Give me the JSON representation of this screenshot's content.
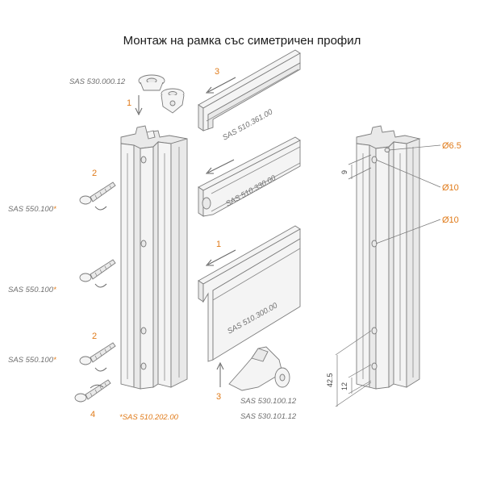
{
  "title": "Монтаж на рамка със симетричен профил",
  "labels": {
    "cap_code": "SAS 530.000.12",
    "rail_top": "SAS 510.361.00",
    "rail_mid": "SAS 510.330.00",
    "rail_bottom": "SAS 510.300.00",
    "screw_1": "SAS 550.100",
    "screw_2": "SAS 550.100",
    "screw_3": "SAS 550.100",
    "profile": "SAS 510.202.00",
    "wheel_1": "SAS 530.100.12",
    "wheel_2": "SAS 530.101.12"
  },
  "asterisk": "*",
  "steps": {
    "cap": "1",
    "rail_top": "3",
    "rail_bottom": "1",
    "screw_top": "2",
    "screw_low": "2",
    "screw_bottom": "4",
    "wheel": "3"
  },
  "dimensions": {
    "hole_small": "Ø6.5",
    "hole_1": "Ø10",
    "hole_2": "Ø10",
    "d9": "9",
    "d42_5": "42.5",
    "d12": "12"
  },
  "colors": {
    "accent": "#e07b1a",
    "line": "#7c7c7c",
    "text": "#6f6f6f"
  }
}
